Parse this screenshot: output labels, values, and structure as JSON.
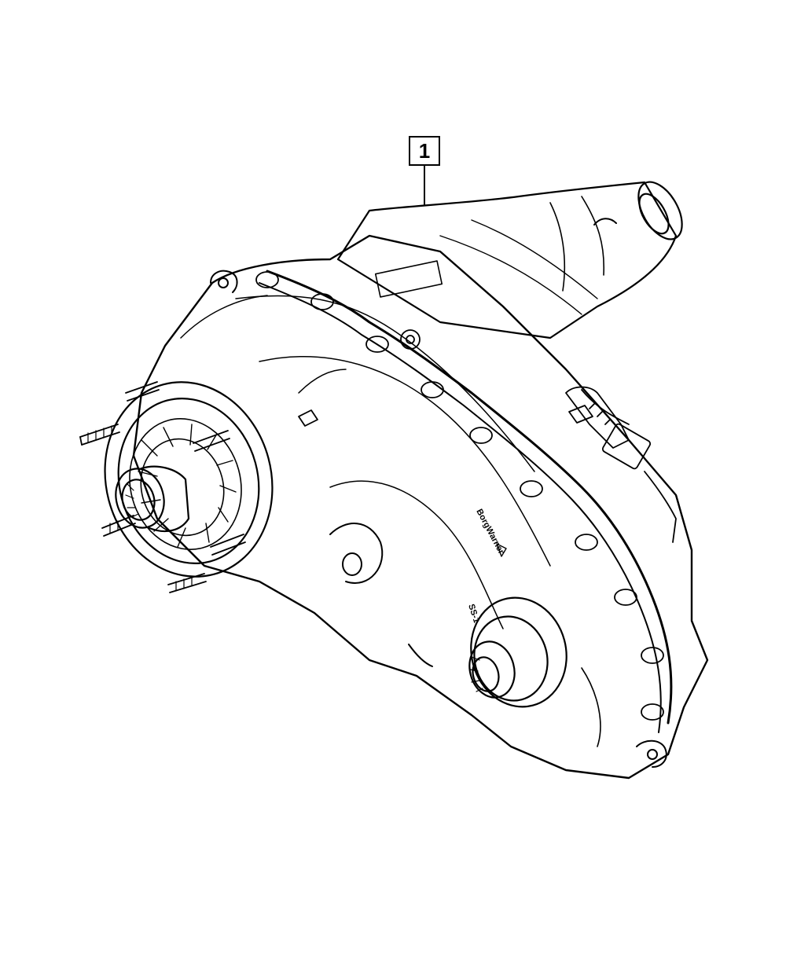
{
  "callout": {
    "number": "1"
  },
  "part_markings": {
    "brand": "BorgWarner",
    "code": "SS-1"
  }
}
